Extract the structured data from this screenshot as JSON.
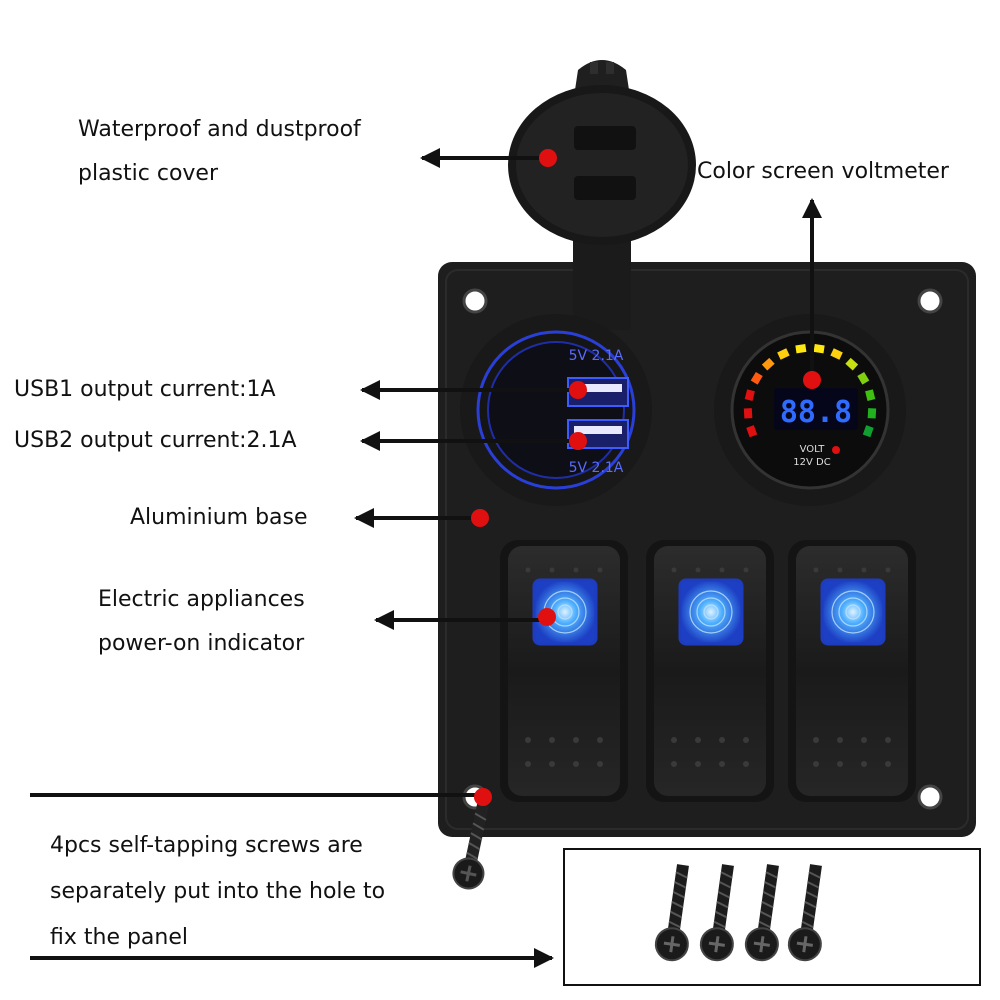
{
  "labels": {
    "cover": [
      "Waterproof and dustproof",
      "plastic cover"
    ],
    "voltmeter": "Color screen voltmeter",
    "usb1": "USB1 output current:1A",
    "usb2": "USB2 output current:2.1A",
    "base": "Aluminium base",
    "indicator": [
      "Electric appliances",
      "power-on indicator"
    ],
    "screws": [
      "4pcs self-tapping screws are",
      "separately put into the hole to",
      "fix the panel"
    ]
  },
  "usb_port": {
    "top_text": "5V 2.1A",
    "bottom_text": "5V 2.1A"
  },
  "voltmeter_display": {
    "reading": "88.8",
    "unit_label": "VOLT",
    "spec_label": "12V DC"
  },
  "colors": {
    "panel": "#1e1e1e",
    "usb_ring": "#2a3fd8",
    "led_blue": "#2f7cf2",
    "marker_red": "#e01010",
    "arrow": "#111111"
  },
  "switch_count": 3,
  "screw_count": 4
}
